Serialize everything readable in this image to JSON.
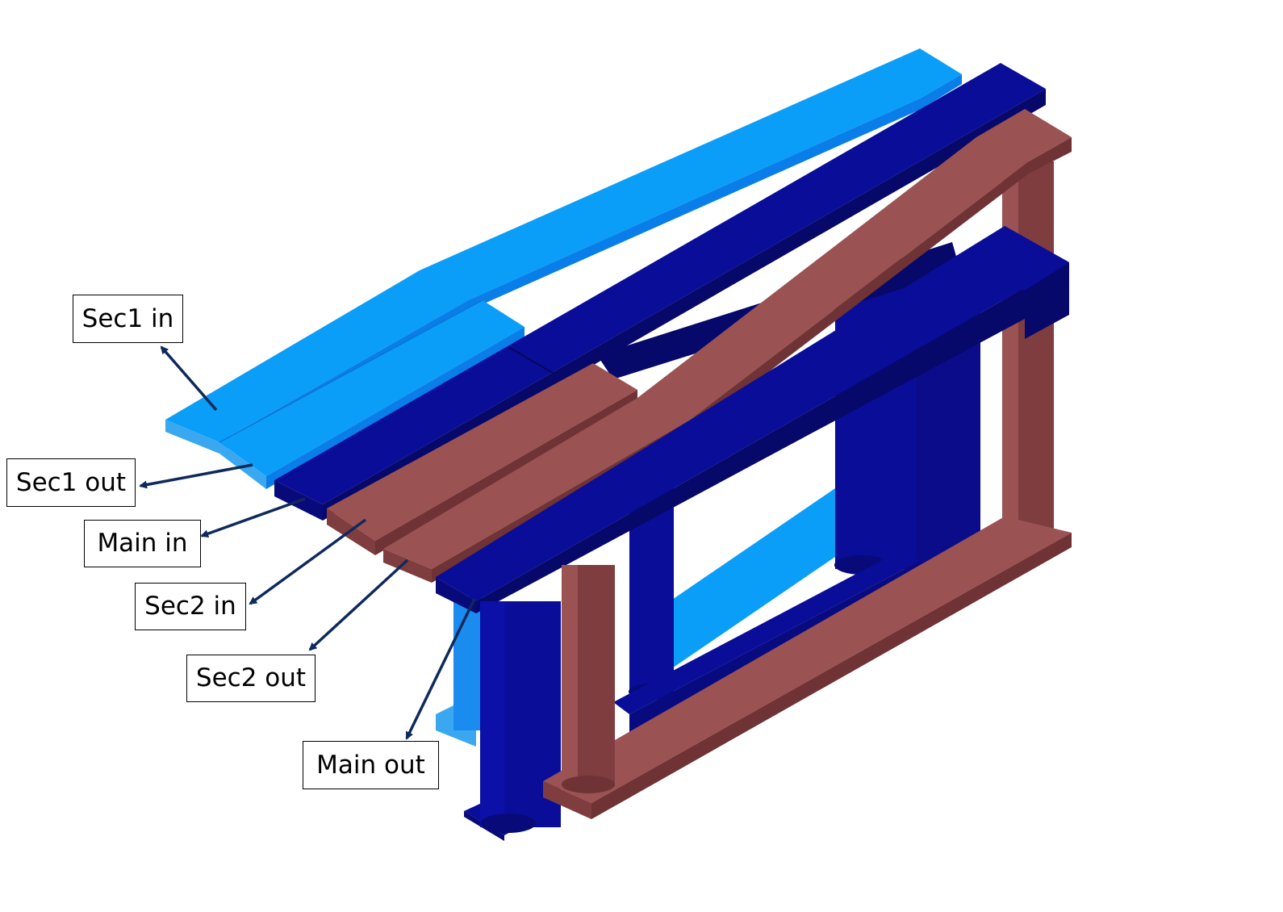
{
  "labels": {
    "sec1_in": "Sec1 in",
    "sec1_out": "Sec1 out",
    "main_in": "Main in",
    "sec2_in": "Sec2 in",
    "sec2_out": "Sec2 out",
    "main_out": "Main out"
  },
  "colors": {
    "light_blue": "#0a9ef8",
    "dark_blue": "#0a0d98",
    "brown": "#9b5252",
    "arrow": "#0e2a5c",
    "background": "#ffffff"
  }
}
